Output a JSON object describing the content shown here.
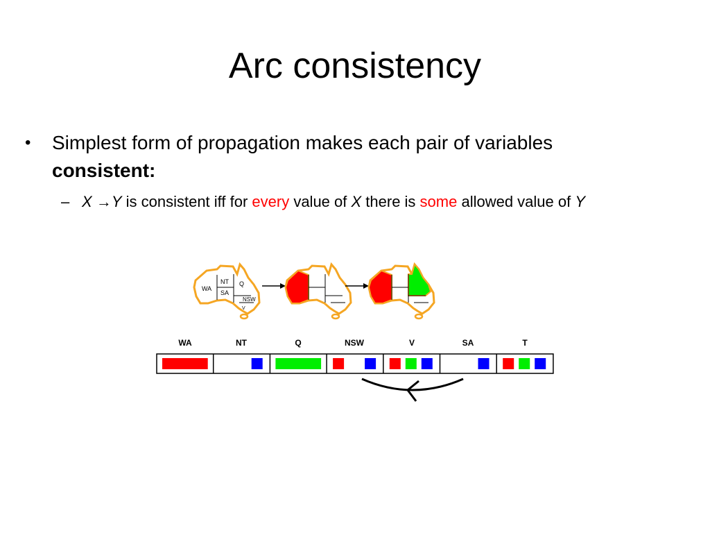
{
  "title": "Arc consistency",
  "bullet": {
    "text": "Simplest form of propagation makes each pair of variables",
    "bold": "consistent:"
  },
  "sub_bullet": {
    "x": "X",
    "arrow": "→",
    "y": "Y",
    "t1": " is consistent iff for ",
    "every": "every",
    "t2": " value of ",
    "x2": "X",
    "t3": " there is ",
    "some": "some",
    "t4": " allowed value of ",
    "y2": "Y"
  },
  "map_labels": [
    "WA",
    "NT",
    "Q",
    "SA",
    "NSW",
    "V",
    "T"
  ],
  "domains": [
    {
      "variable": "WA",
      "values": [
        "red"
      ]
    },
    {
      "variable": "NT",
      "values": [
        "blue"
      ]
    },
    {
      "variable": "Q",
      "values": [
        "green"
      ]
    },
    {
      "variable": "NSW",
      "values": [
        "red",
        "blue"
      ]
    },
    {
      "variable": "V",
      "values": [
        "red",
        "green",
        "blue"
      ]
    },
    {
      "variable": "SA",
      "values": [
        "blue"
      ]
    },
    {
      "variable": "T",
      "values": [
        "red",
        "green",
        "blue"
      ]
    }
  ],
  "colors": {
    "red": "#ff0000",
    "green": "#00ee00",
    "blue": "#0000ff",
    "outline": "#f5a623",
    "accent": "#ff0000"
  }
}
